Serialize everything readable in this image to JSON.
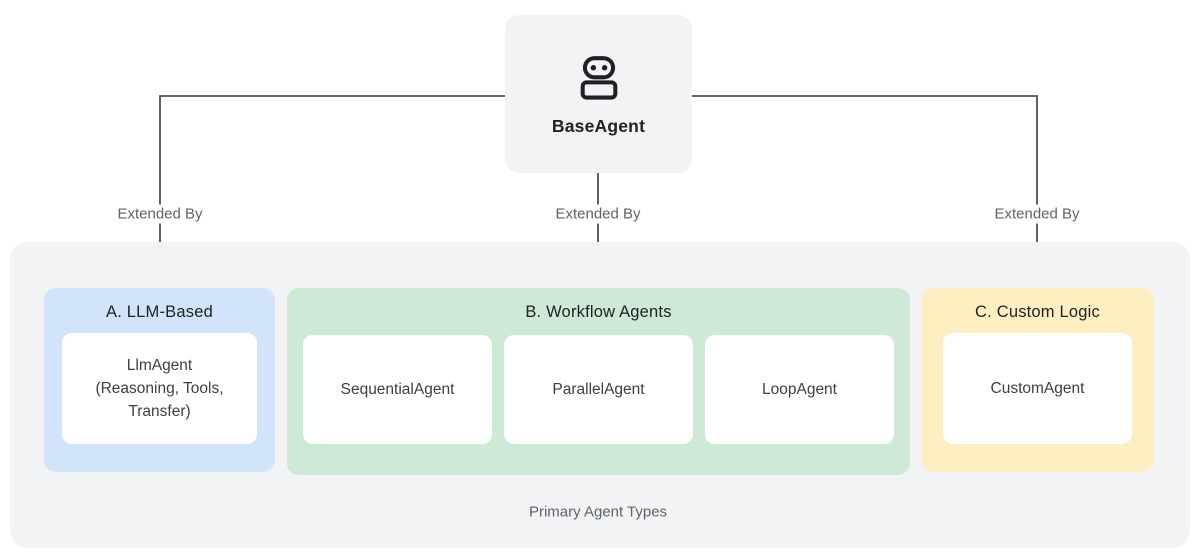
{
  "diagram": {
    "root": {
      "label": "BaseAgent",
      "icon": "robot-icon"
    },
    "edge_label": "Extended By",
    "groups": [
      {
        "title": "A. LLM-Based",
        "color": "#d2e3fc",
        "items": [
          {
            "line1": "LlmAgent",
            "line2": "(Reasoning, Tools,",
            "line3": "Transfer)"
          }
        ]
      },
      {
        "title": "B. Workflow Agents",
        "color": "#ceead6",
        "items": [
          {
            "label": "SequentialAgent"
          },
          {
            "label": "ParallelAgent"
          },
          {
            "label": "LoopAgent"
          }
        ]
      },
      {
        "title": "C. Custom Logic",
        "color": "#feefc3",
        "items": [
          {
            "label": "CustomAgent"
          }
        ]
      }
    ],
    "container_label": "Primary Agent Types",
    "colors": {
      "container_bg": "#f1f3f4",
      "root_card_bg": "#f1f3f4",
      "connector_line": "#4d5156",
      "edge_label_text": "#5f6368",
      "title_text": "#202124",
      "item_text": "#3c4043"
    }
  }
}
